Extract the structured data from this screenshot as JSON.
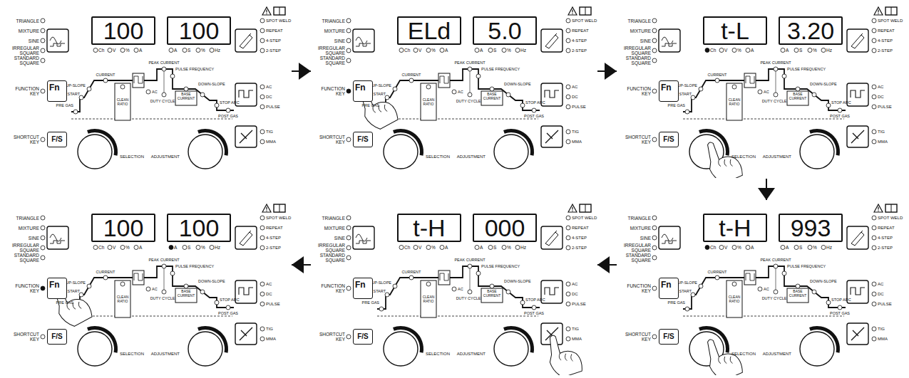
{
  "diagram": {
    "nodes": [
      {
        "text": [
          "TRIANGLE",
          "MIXTURE",
          "SINE",
          "IRREGULAR SQUARE",
          "STANDARD SQUARE",
          "FUNCTION KEY",
          "SHORTCUT KEY",
          "Ch",
          "V",
          "%",
          "A",
          "A",
          "S",
          "%",
          "Hz",
          "SPOT WELD",
          "REPEAT",
          "4-STEP",
          "2-STEP",
          "AC",
          "DC",
          "PULSE",
          "TIG",
          "MMA",
          "PRE GAS",
          "START",
          "UP-SLOPE",
          "CURRENT",
          "PEAK CURRENT",
          "PULSE FREQUENCY",
          "CLEAN RATIO",
          "AC",
          "DUTY CYCLE",
          "BASE CURRENT",
          "DOWN-SLOPE",
          "STOP ARC",
          "POST GAS",
          "SELECTION",
          "ADJUSTMENT"
        ]
      },
      {
        "text": [
          "100"
        ],
        "in": 0
      },
      {
        "text": [
          "100"
        ],
        "in": 0
      },
      {
        "text": [
          "Fn"
        ],
        "in": 0
      },
      {
        "text": [
          "F/S"
        ],
        "in": 0
      },
      {
        "text": [
          "TRIANGLE",
          "MIXTURE",
          "SINE",
          "IRREGULAR SQUARE",
          "STANDARD SQUARE",
          "FUNCTION KEY",
          "SHORTCUT KEY",
          "Ch",
          "V",
          "%",
          "A",
          "A",
          "S",
          "%",
          "Hz",
          "SPOT WELD",
          "REPEAT",
          "4-STEP",
          "2-STEP",
          "AC",
          "DC",
          "PULSE",
          "TIG",
          "MMA",
          "PRE GAS",
          "START",
          "UP-SLOPE",
          "CURRENT",
          "PEAK CURRENT",
          "PULSE FREQUENCY",
          "CLEAN RATIO",
          "AC",
          "DUTY CYCLE",
          "BASE CURRENT",
          "DOWN-SLOPE",
          "STOP ARC",
          "POST GAS",
          "SELECTION",
          "ADJUSTMENT"
        ]
      },
      {
        "text": [
          "ELd"
        ],
        "in": 5
      },
      {
        "text": [
          "5.0"
        ],
        "in": 5
      },
      {
        "text": [
          "Fn"
        ],
        "in": 5
      },
      {
        "text": [
          "F/S"
        ],
        "in": 5
      },
      {
        "text": [
          "TRIANGLE",
          "MIXTURE",
          "SINE",
          "IRREGULAR SQUARE",
          "STANDARD SQUARE",
          "FUNCTION KEY",
          "SHORTCUT KEY",
          "Ch",
          "V",
          "%",
          "A",
          "A",
          "S",
          "%",
          "Hz",
          "SPOT WELD",
          "REPEAT",
          "4-STEP",
          "2-STEP",
          "AC",
          "DC",
          "PULSE",
          "TIG",
          "MMA",
          "PRE GAS",
          "START",
          "UP-SLOPE",
          "CURRENT",
          "PEAK CURRENT",
          "PULSE FREQUENCY",
          "CLEAN RATIO",
          "AC",
          "DUTY CYCLE",
          "BASE CURRENT",
          "DOWN-SLOPE",
          "STOP ARC",
          "POST GAS",
          "SELECTION",
          "ADJUSTMENT"
        ]
      },
      {
        "text": [
          "t-L"
        ],
        "in": 10
      },
      {
        "text": [
          "3.20"
        ],
        "in": 10
      },
      {
        "text": [
          "Fn"
        ],
        "in": 10
      },
      {
        "text": [
          "F/S"
        ],
        "in": 10
      },
      {
        "text": [
          "TRIANGLE",
          "MIXTURE",
          "SINE",
          "IRREGULAR SQUARE",
          "STANDARD SQUARE",
          "FUNCTION KEY",
          "SHORTCUT KEY",
          "Ch",
          "V",
          "%",
          "A",
          "A",
          "S",
          "%",
          "Hz",
          "SPOT WELD",
          "REPEAT",
          "4-STEP",
          "2-STEP",
          "AC",
          "DC",
          "PULSE",
          "TIG",
          "MMA",
          "PRE GAS",
          "START",
          "UP-SLOPE",
          "CURRENT",
          "PEAK CURRENT",
          "PULSE FREQUENCY",
          "CLEAN RATIO",
          "AC",
          "DUTY CYCLE",
          "BASE CURRENT",
          "DOWN-SLOPE",
          "STOP ARC",
          "POST GAS",
          "SELECTION",
          "ADJUSTMENT"
        ]
      },
      {
        "text": [
          "100"
        ],
        "in": 15
      },
      {
        "text": [
          "100"
        ],
        "in": 15
      },
      {
        "text": [
          "Fn"
        ],
        "in": 15
      },
      {
        "text": [
          "F/S"
        ],
        "in": 15
      },
      {
        "text": [
          "TRIANGLE",
          "MIXTURE",
          "SINE",
          "IRREGULAR SQUARE",
          "STANDARD SQUARE",
          "FUNCTION KEY",
          "SHORTCUT KEY",
          "Ch",
          "V",
          "%",
          "A",
          "A",
          "S",
          "%",
          "Hz",
          "SPOT WELD",
          "REPEAT",
          "4-STEP",
          "2-STEP",
          "AC",
          "DC",
          "PULSE",
          "TIG",
          "MMA",
          "PRE GAS",
          "START",
          "UP-SLOPE",
          "CURRENT",
          "PEAK CURRENT",
          "PULSE FREQUENCY",
          "CLEAN RATIO",
          "AC",
          "DUTY CYCLE",
          "BASE CURRENT",
          "DOWN-SLOPE",
          "STOP ARC",
          "POST GAS",
          "SELECTION",
          "ADJUSTMENT"
        ]
      },
      {
        "text": [
          "t-H"
        ],
        "in": 20
      },
      {
        "text": [
          "000"
        ],
        "in": 20
      },
      {
        "text": [
          "Fn"
        ],
        "in": 20
      },
      {
        "text": [
          "F/S"
        ],
        "in": 20
      },
      {
        "text": [
          "TRIANGLE",
          "MIXTURE",
          "SINE",
          "IRREGULAR SQUARE",
          "STANDARD SQUARE",
          "FUNCTION KEY",
          "SHORTCUT KEY",
          "Ch",
          "V",
          "%",
          "A",
          "A",
          "S",
          "%",
          "Hz",
          "SPOT WELD",
          "REPEAT",
          "4-STEP",
          "2-STEP",
          "AC",
          "DC",
          "PULSE",
          "TIG",
          "MMA",
          "PRE GAS",
          "START",
          "UP-SLOPE",
          "CURRENT",
          "PEAK CURRENT",
          "PULSE FREQUENCY",
          "CLEAN RATIO",
          "AC",
          "DUTY CYCLE",
          "BASE CURRENT",
          "DOWN-SLOPE",
          "STOP ARC",
          "POST GAS",
          "SELECTION",
          "ADJUSTMENT"
        ]
      },
      {
        "text": [
          "t-H"
        ],
        "in": 25
      },
      {
        "text": [
          "993"
        ],
        "in": 25
      },
      {
        "text": [
          "Fn"
        ],
        "in": 25
      },
      {
        "text": [
          "F/S"
        ],
        "in": 25
      }
    ],
    "edges": [
      {
        "from": 0,
        "to": 5,
        "arrow": "to"
      },
      {
        "from": 5,
        "to": 10,
        "arrow": "to"
      },
      {
        "from": 10,
        "to": 25,
        "arrow": "to"
      },
      {
        "from": 25,
        "to": 20,
        "arrow": "to"
      },
      {
        "from": 20,
        "to": 15,
        "arrow": "to"
      }
    ]
  }
}
